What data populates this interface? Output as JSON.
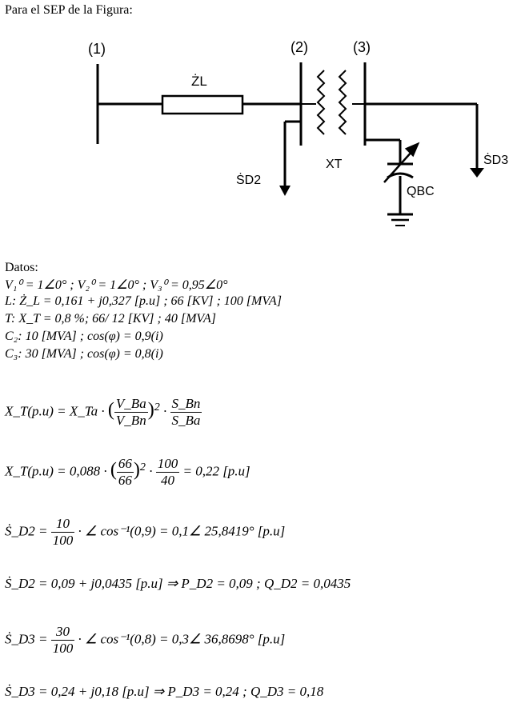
{
  "header": {
    "intro": "Para el SEP de la Figura:"
  },
  "diagram": {
    "bus1": "(1)",
    "bus2": "(2)",
    "bus3": "(3)",
    "zl_label": "ŻL",
    "xt_label": "XT",
    "sd2_label": "ṠD2",
    "sd3_label": "ṠD3",
    "qbc_label": "QBC"
  },
  "datos": {
    "title": "Datos:",
    "voltages": "V₁⁰ = 1∠0°   ; V₂⁰ = 1∠0°   ;   V₃⁰ = 0,95∠0°",
    "line": "L:  Ż_L = 0,161 + j0,327 [p.u]   ;  66 [KV]   ; 100 [MVA]",
    "transformer": "T:  X_T = 0,8 %;  66/ 12 [KV]   ;  40 [MVA]",
    "c2": "C₂:  10 [MVA]  ;  cos(φ) = 0,9(i)",
    "c3": "C₃:  30 [MVA]  ;  cos(φ) = 0,8(i)"
  },
  "equations": {
    "eq1": {
      "lhs": "X_T(p.u) = X_Ta ·",
      "ratio_num": "V_Ba",
      "ratio_den": "V_Bn",
      "power": "2",
      "dot": "·",
      "s_num": "S_Bn",
      "s_den": "S_Ba"
    },
    "eq2": {
      "lhs": "X_T(p.u) = 0,088 ·",
      "ratio_num": "66",
      "ratio_den": "66",
      "power": "2",
      "dot": "·",
      "s_num": "100",
      "s_den": "40",
      "rhs": "= 0,22 [p.u]"
    },
    "eq3": {
      "lhs": "Ṡ_D2 =",
      "num": "10",
      "den": "100",
      "rhs": "· ∠ cos⁻¹(0,9) = 0,1∠ 25,8419°  [p.u]"
    },
    "eq4": {
      "text": "Ṡ_D2 =  0,09 + j0,0435 [p.u] ⇒ P_D2 = 0,09 ; Q_D2 = 0,0435"
    },
    "eq5": {
      "lhs": "Ṡ_D3 =",
      "num": "30",
      "den": "100",
      "rhs": "· ∠ cos⁻¹(0,8) = 0,3∠ 36,8698°  [p.u]"
    },
    "eq6": {
      "text": "Ṡ_D3 =  0,24 + j0,18 [p.u] ⇒ P_D3 = 0,24 ; Q_D3 = 0,18"
    }
  }
}
